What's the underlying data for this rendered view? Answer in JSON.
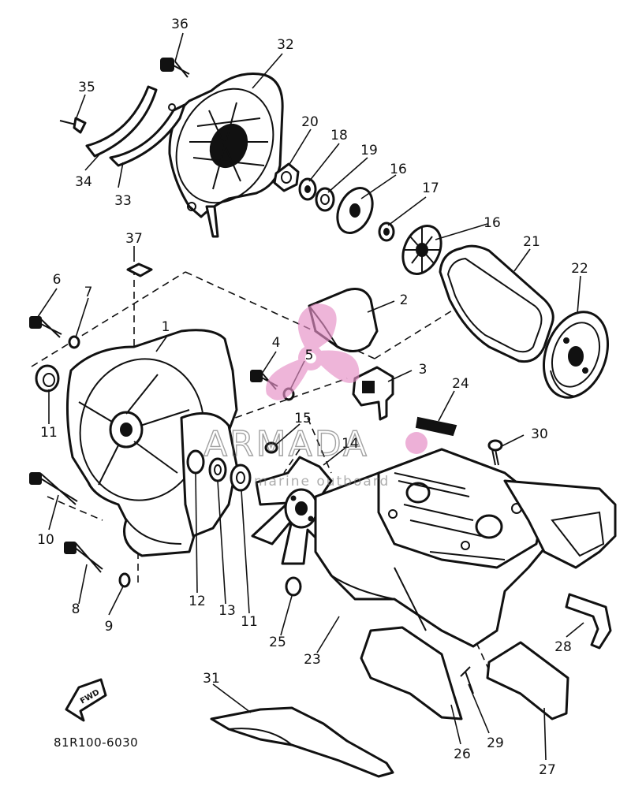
{
  "callouts": [
    {
      "id": "1",
      "label": "1"
    },
    {
      "id": "2",
      "label": "2"
    },
    {
      "id": "3",
      "label": "3"
    },
    {
      "id": "4",
      "label": "4"
    },
    {
      "id": "5",
      "label": "5"
    },
    {
      "id": "6",
      "label": "6"
    },
    {
      "id": "7",
      "label": "7"
    },
    {
      "id": "8",
      "label": "8"
    },
    {
      "id": "9",
      "label": "9"
    },
    {
      "id": "10",
      "label": "10"
    },
    {
      "id": "11a",
      "label": "11"
    },
    {
      "id": "11b",
      "label": "11"
    },
    {
      "id": "12",
      "label": "12"
    },
    {
      "id": "13",
      "label": "13"
    },
    {
      "id": "14",
      "label": "14"
    },
    {
      "id": "15",
      "label": "15"
    },
    {
      "id": "16a",
      "label": "16"
    },
    {
      "id": "16b",
      "label": "16"
    },
    {
      "id": "17",
      "label": "17"
    },
    {
      "id": "18",
      "label": "18"
    },
    {
      "id": "19",
      "label": "19"
    },
    {
      "id": "20",
      "label": "20"
    },
    {
      "id": "21",
      "label": "21"
    },
    {
      "id": "22",
      "label": "22"
    },
    {
      "id": "23",
      "label": "23"
    },
    {
      "id": "24",
      "label": "24"
    },
    {
      "id": "25",
      "label": "25"
    },
    {
      "id": "26",
      "label": "26"
    },
    {
      "id": "27",
      "label": "27"
    },
    {
      "id": "28",
      "label": "28"
    },
    {
      "id": "29",
      "label": "29"
    },
    {
      "id": "30",
      "label": "30"
    },
    {
      "id": "31",
      "label": "31"
    },
    {
      "id": "32",
      "label": "32"
    },
    {
      "id": "33",
      "label": "33"
    },
    {
      "id": "34",
      "label": "34"
    },
    {
      "id": "35",
      "label": "35"
    },
    {
      "id": "36",
      "label": "36"
    },
    {
      "id": "37",
      "label": "37"
    }
  ],
  "drawing_code": "81R100-6030",
  "fwd_label": "FWD",
  "watermark": {
    "title": "ARMADA",
    "subtitle": "marine outboard",
    "color": "#e58fc6"
  }
}
